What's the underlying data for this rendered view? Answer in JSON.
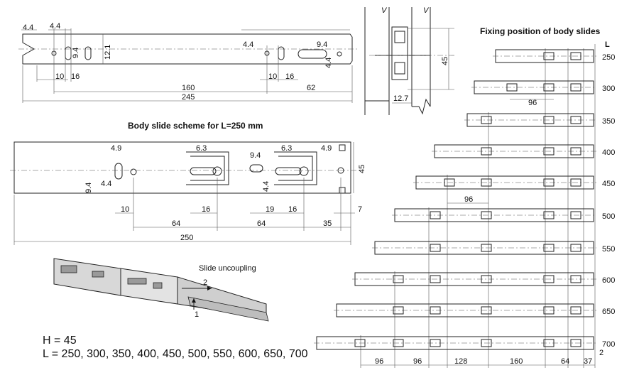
{
  "top_rail": {
    "dims": [
      "4.4",
      "4.4",
      "9.4",
      "12.1",
      "10",
      "16",
      "4.4",
      "9.4",
      "4.4",
      "10",
      "16",
      "160",
      "62",
      "245"
    ]
  },
  "side_view": {
    "dims": [
      "V",
      "V",
      "45",
      "12.7"
    ]
  },
  "body_scheme": {
    "title": "Body slide scheme for L=250 mm",
    "dims": [
      "4.9",
      "6.3",
      "9.4",
      "6.3",
      "4.9",
      "45",
      "9.4",
      "4.4",
      "4.4",
      "10",
      "16",
      "19",
      "16",
      "7",
      "64",
      "64",
      "35",
      "250"
    ]
  },
  "fixing": {
    "title": "Fixing position of body slides",
    "col_header": "L",
    "lengths": [
      "250",
      "300",
      "350",
      "400",
      "450",
      "500",
      "550",
      "600",
      "650",
      "700"
    ],
    "inline_dims": [
      "96",
      "96"
    ],
    "bottom_dims": [
      "96",
      "96",
      "128",
      "160",
      "64",
      "37"
    ],
    "edge_dim": "2"
  },
  "illustration": {
    "caption": "Slide uncoupling",
    "arrow1": "1",
    "arrow2": "2"
  },
  "specs": {
    "height": "H = 45",
    "lengths": "L = 250, 300, 350, 400, 450, 500, 550, 600, 650, 700"
  }
}
